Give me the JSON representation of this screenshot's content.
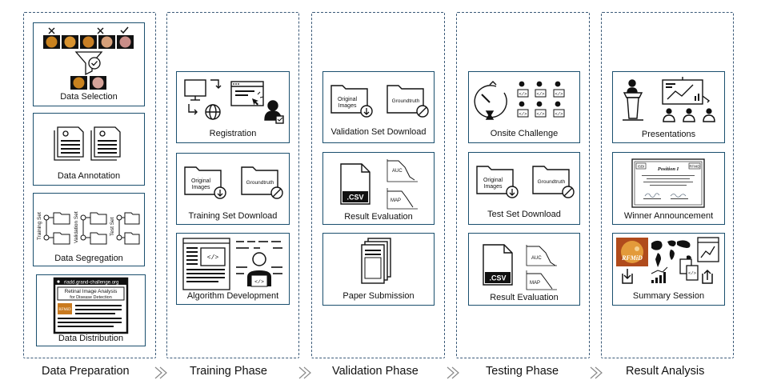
{
  "phases": [
    {
      "title": "Data Preparation",
      "cards": [
        "Data Selection",
        "Data Annotation",
        "Data Segregation",
        "Data Distribution"
      ]
    },
    {
      "title": "Training Phase",
      "cards": [
        "Registration",
        "Training Set Download",
        "Algorithm Development"
      ]
    },
    {
      "title": "Validation Phase",
      "cards": [
        "Validation Set Download",
        "Result Evaluation",
        "Paper Submission"
      ]
    },
    {
      "title": "Testing Phase",
      "cards": [
        "Onsite Challenge",
        "Test Set Download",
        "Result Evaluation"
      ]
    },
    {
      "title": "Result Analysis",
      "cards": [
        "Presentations",
        "Winner Announcement",
        "Summary Session"
      ]
    }
  ],
  "icon_text": {
    "original_images": [
      "Original",
      "Images"
    ],
    "groundtruth": "Groundtruth",
    "csv": ".CSV",
    "auc": "AUC",
    "map": "MAP",
    "code": "</>",
    "seg_sets": [
      "Training Set",
      "Validation Set",
      "Test Set"
    ],
    "url": "riadd.grand-challenge.org",
    "dist_title": [
      "Retinal Image Analysis",
      "for Disease Detection"
    ],
    "rfmid": "RFMiD",
    "cert_logos": [
      "ISBI",
      "RFMiD"
    ],
    "cert_title": "Position I"
  },
  "colors": {
    "border": "#1a4f6e",
    "dashed": "#3b5a78",
    "fundus": "#c97a1f"
  }
}
